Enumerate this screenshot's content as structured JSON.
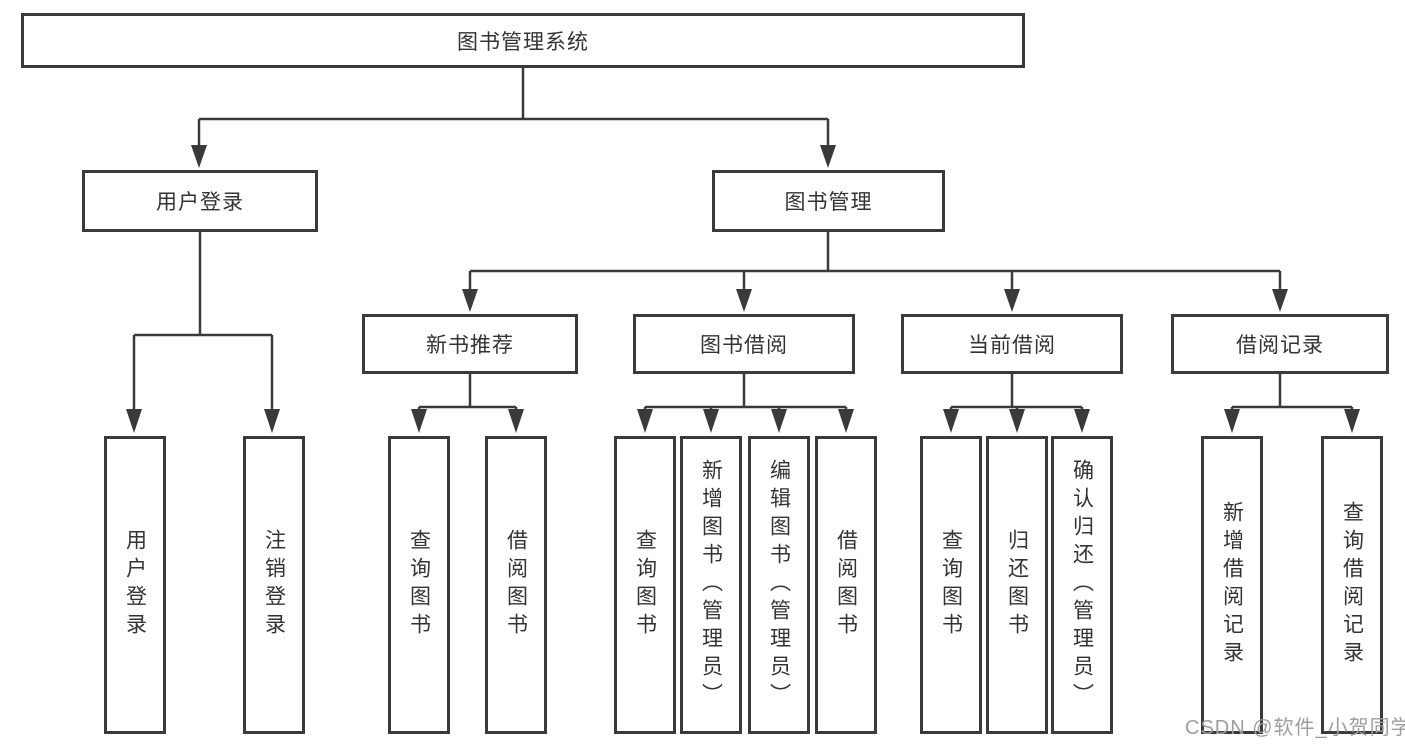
{
  "diagram": {
    "root": {
      "label": "图书管理系统"
    },
    "level2": [
      {
        "label": "用户登录"
      },
      {
        "label": "图书管理"
      }
    ],
    "level3": [
      {
        "label": "新书推荐"
      },
      {
        "label": "图书借阅"
      },
      {
        "label": "当前借阅"
      },
      {
        "label": "借阅记录"
      }
    ],
    "leaves": [
      {
        "label": "用户登录"
      },
      {
        "label": "注销登录"
      },
      {
        "label": "查询图书"
      },
      {
        "label": "借阅图书"
      },
      {
        "label": "查询图书"
      },
      {
        "label": "新增图书（管理员）"
      },
      {
        "label": "编辑图书（管理员）"
      },
      {
        "label": "借阅图书"
      },
      {
        "label": "查询图书"
      },
      {
        "label": "归还图书"
      },
      {
        "label": "确认归还（管理员）"
      },
      {
        "label": "新增借阅记录"
      },
      {
        "label": "查询借阅记录"
      }
    ],
    "watermark": "CSDN @软件_小贺同学",
    "colors": {
      "line": "#3a3a3a",
      "text": "#333333",
      "watermark": "#9e9e9e",
      "background": "#ffffff"
    }
  }
}
